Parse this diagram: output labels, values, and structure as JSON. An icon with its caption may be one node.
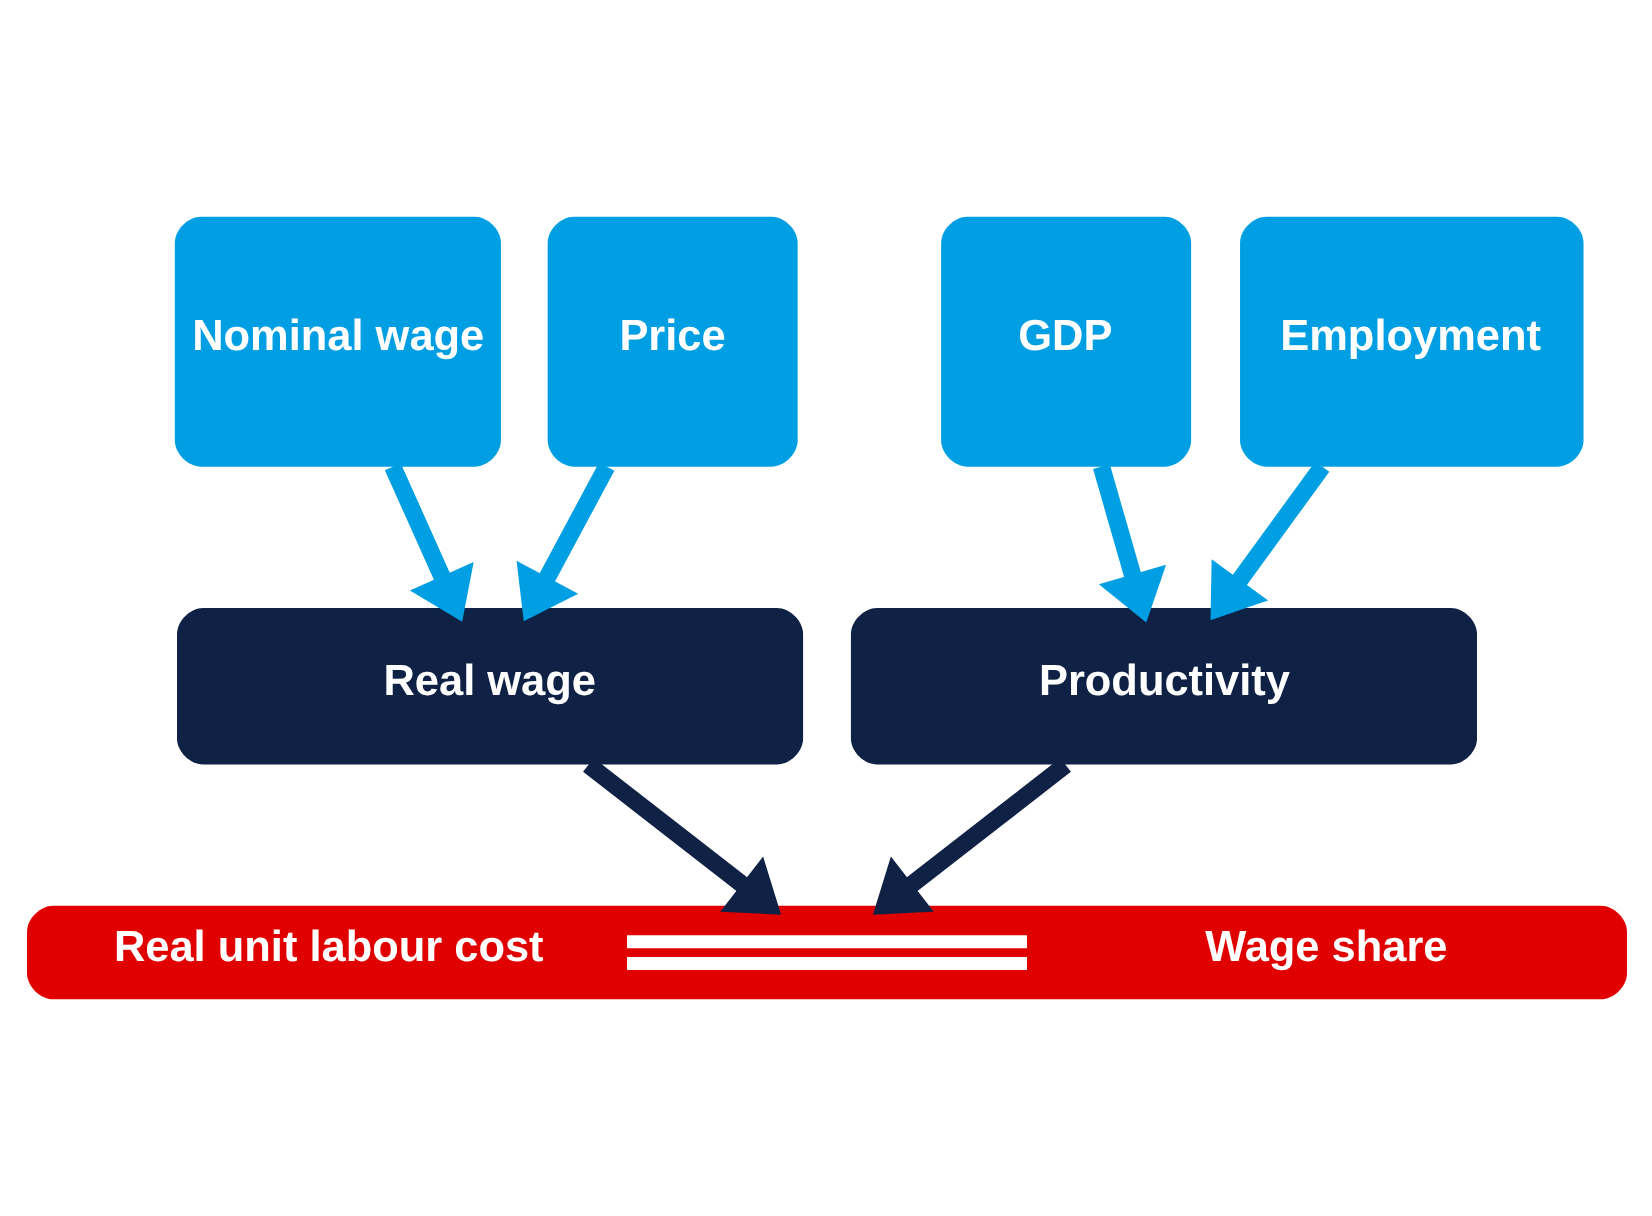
{
  "diagram": {
    "nodes": [
      {
        "text": [
          "Nominal wage"
        ]
      },
      {
        "text": [
          "Price"
        ]
      },
      {
        "text": [
          "GDP"
        ]
      },
      {
        "text": [
          "Employment"
        ]
      },
      {
        "text": [
          "Real wage"
        ]
      },
      {
        "text": [
          "Productivity"
        ]
      },
      {
        "text": [
          "Real unit labour cost",
          "Wage share"
        ]
      }
    ],
    "edges": [
      {
        "from": 0,
        "to": 4,
        "arrow": "to"
      },
      {
        "from": 1,
        "to": 4,
        "arrow": "to"
      },
      {
        "from": 2,
        "to": 5,
        "arrow": "to"
      },
      {
        "from": 3,
        "to": 5,
        "arrow": "to"
      },
      {
        "from": 4,
        "to": 6,
        "arrow": "to",
        "color": "#0f2144"
      },
      {
        "from": 5,
        "to": 6,
        "arrow": "to",
        "color": "#0f2144"
      }
    ]
  }
}
